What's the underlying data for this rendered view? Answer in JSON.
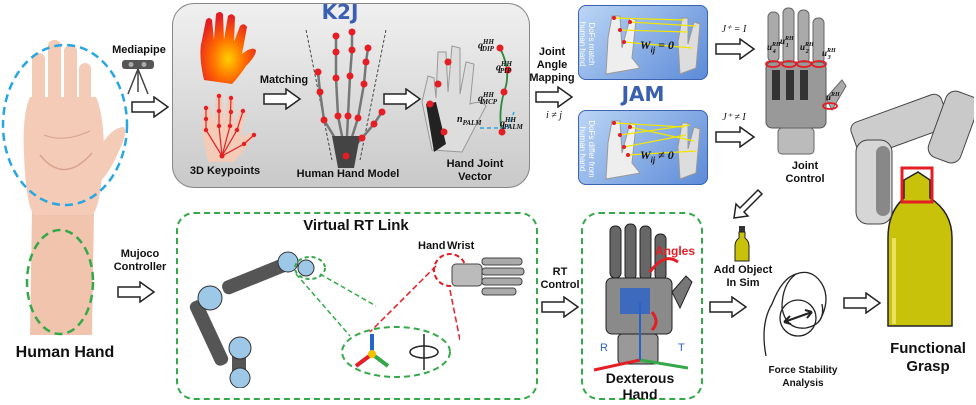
{
  "labels": {
    "mediapipe": "Mediapipe",
    "human_hand": "Human Hand",
    "mujoco_controller_line1": "Mujoco",
    "mujoco_controller_line2": "Controller",
    "k2j": "K2J",
    "keypoints_3d": "3D Keypoints",
    "matching": "Matching",
    "human_hand_model": "Human Hand Model",
    "hand_joint_vector_line1": "Hand Joint",
    "hand_joint_vector_line2": "Vector",
    "joint_angle_mapping_line1": "Joint",
    "joint_angle_mapping_line2": "Angle",
    "joint_angle_mapping_line3": "Mapping",
    "i_neq_j": "i ≠ j",
    "jam": "JAM",
    "dofs_match_line1": "DoFs match",
    "dofs_match_line2": "human hand",
    "dofs_differ_line1": "DoFs differ from",
    "dofs_differ_line2": "human hand",
    "w_eq_0": "W",
    "w_sub": "ij",
    "w_eq_0_rhs": "= 0",
    "w_neq_0_rhs": "≠ 0",
    "j_plus_eq_i": "J⁺ = I",
    "j_plus_neq_i": "J⁺ ≠ I",
    "joint_control_line1": "Joint",
    "joint_control_line2": "Control",
    "virtual_rt_link": "Virtual RT Link",
    "hand": "Hand",
    "wrist": "Wrist",
    "rt_control_line1": "RT",
    "rt_control_line2": "Control",
    "angles": "Angles",
    "axis_r": "R",
    "axis_t": "T",
    "dexterous_hand_line1": "Dexterous",
    "dexterous_hand_line2": "Hand",
    "add_object_line1": "Add Object",
    "add_object_line2": "In Sim",
    "force_stability_line1": "Force Stability",
    "force_stability_line2": "Analysis",
    "functional_grasp_line1": "Functional",
    "functional_grasp_line2": "Grasp",
    "q_dip": "q",
    "q_dip_sup": "HH",
    "q_dip_sub": "DIP",
    "q_pip_sub": "PIP",
    "q_mcp_sub": "MCP",
    "q_palm_sub": "PALM",
    "n_palm": "n",
    "n_palm_sub": "PALM",
    "u1": "u",
    "u_sup": "RH",
    "u1_sub": "1",
    "u2_sub": "2",
    "u3_sub": "3",
    "u4_sub": "4"
  },
  "colors": {
    "blue_dash": "#27a6e3",
    "green_dash": "#35a94a",
    "red": "#e31e24",
    "jam_blue": "#5b8ad8",
    "gray_panel": "#d9d9d9"
  }
}
